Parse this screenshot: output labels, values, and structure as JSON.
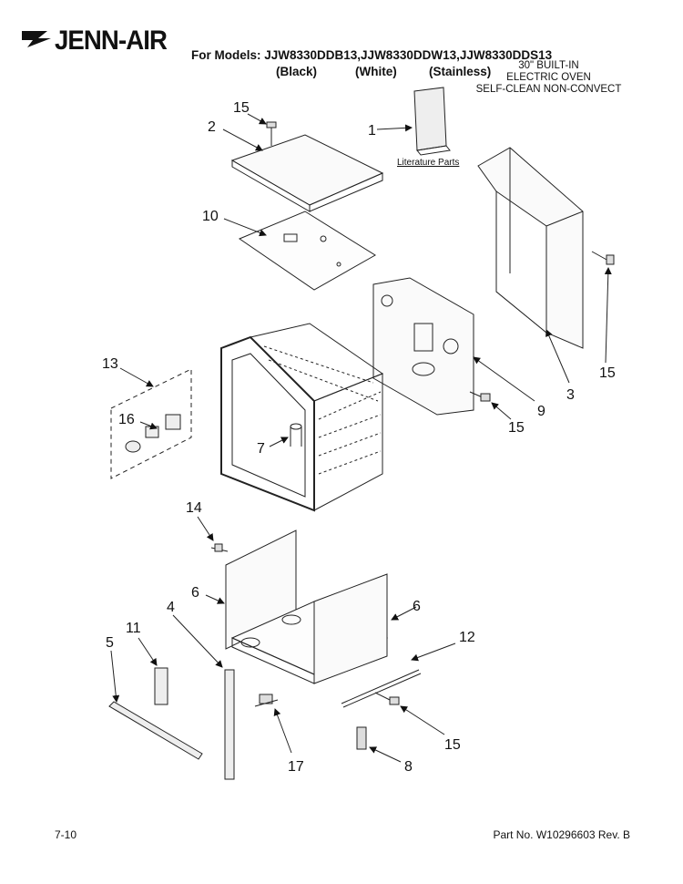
{
  "brand": "JENN-AIR",
  "models_line": "For Models: JJW8330DDB13,JJW8330DDW13,JJW8330DDS13",
  "variants": [
    "(Black)",
    "(White)",
    "(Stainless)"
  ],
  "spec": [
    "30\" BUILT-IN",
    "ELECTRIC OVEN",
    "SELF-CLEAN NON-CONVECT"
  ],
  "literature_label": "Literature Parts",
  "part_numbers": {
    "p15a": "15",
    "p2": "2",
    "p1": "1",
    "p10": "10",
    "p3": "3",
    "p15b": "15",
    "p9": "9",
    "p15c": "15",
    "p13": "13",
    "p16": "16",
    "p7": "7",
    "p14": "14",
    "p6a": "6",
    "p6b": "6",
    "p4": "4",
    "p11": "11",
    "p5": "5",
    "p12": "12",
    "p15d": "15",
    "p17": "17",
    "p8": "8"
  },
  "footer": {
    "page": "7-10",
    "part_no": "Part No. W10296603 Rev. B"
  }
}
